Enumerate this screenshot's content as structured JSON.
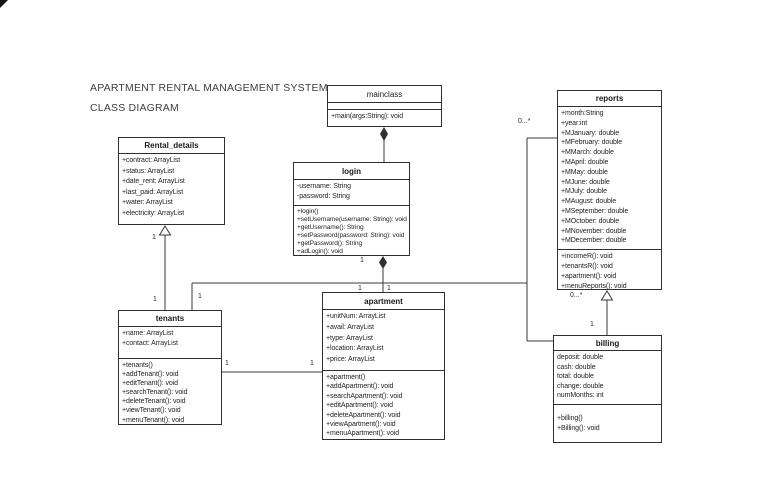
{
  "page": {
    "title_line1": "APARTMENT RENTAL MANAGEMENT SYSTEM",
    "title_line2": "CLASS DIAGRAM"
  },
  "classes": {
    "mainclass": {
      "name": "mainclass",
      "attributes": [],
      "methods": [
        "+main(args:String): void"
      ]
    },
    "rental_details": {
      "name": "Rental_details",
      "attributes": [
        "+contract: ArrayList",
        "+status: ArrayList",
        "+date_rent: ArrayList",
        "+last_paid: ArrayList",
        "+water: ArrayList",
        "+electricity: ArrayList"
      ],
      "methods": []
    },
    "login": {
      "name": "login",
      "attributes": [
        "-username: String",
        "-password: String"
      ],
      "methods": [
        "+login()",
        "+setUsername(username: String): void",
        "+getUsername(): String",
        "+setPassword(password: String): void",
        "+getPassword(): String",
        "+adLogin(): void"
      ]
    },
    "reports": {
      "name": "reports",
      "attributes": [
        "+month:String",
        "+year:int",
        "+MJanuary: double",
        "+MFebruary: double",
        "+MMarch: double",
        "+MApril: double",
        "+MMay: double",
        "+MJune: double",
        "+MJuly: double",
        "+MAugust: double",
        "+MSeptember: double",
        "+MOctober: double",
        "+MNovember: double",
        "+MDecember: double"
      ],
      "methods": [
        "+incomeR(): void",
        "+tenantsR(): void",
        "+apartment(): void",
        "+menuReports(): void"
      ]
    },
    "tenants": {
      "name": "tenants",
      "attributes": [
        "+name: ArrayList",
        "+contact: ArrayList"
      ],
      "methods": [
        "+tenants()",
        "+addTenant(): void",
        "+editTenant(): void",
        "+searchTenant(): void",
        "+deleteTenant(): void",
        "+viewTenant(): void",
        "+menuTenant(): void"
      ]
    },
    "apartment": {
      "name": "apartment",
      "attributes": [
        "+unitNum: ArrayList",
        "+avail: ArrayList",
        "+type: ArrayList",
        "+location: ArrayList",
        "+price: ArrayList"
      ],
      "methods": [
        "+apartment()",
        "+addApartment(): void",
        "+searchApartment(): void",
        "+editApartment(): void",
        "+deleteApartment(): void",
        "+viewApartment(): void",
        "+menuApartment(): void"
      ]
    },
    "billing": {
      "name": "billing",
      "attributes": [
        "deposit: double",
        "cash: double",
        "total: double",
        "change: double",
        "numMonths: int"
      ],
      "methods": [
        "+billing()",
        "+Billing(): void"
      ]
    }
  },
  "labels": {
    "login_top": "1",
    "junction_left": "1",
    "junction_right": "1",
    "tenants_assoc_top": "1",
    "rental_bottom": "1",
    "tenants_inherit_top": "1",
    "tenants_right": "1",
    "apartment_left": "1",
    "reports_left": "0...*",
    "reports_bottom": "0...*",
    "billing_top": "1"
  },
  "colors": {
    "line": "#3a3a3a",
    "border": "#2f2f2f",
    "text": "#1e1e1e",
    "background": "#ffffff"
  }
}
